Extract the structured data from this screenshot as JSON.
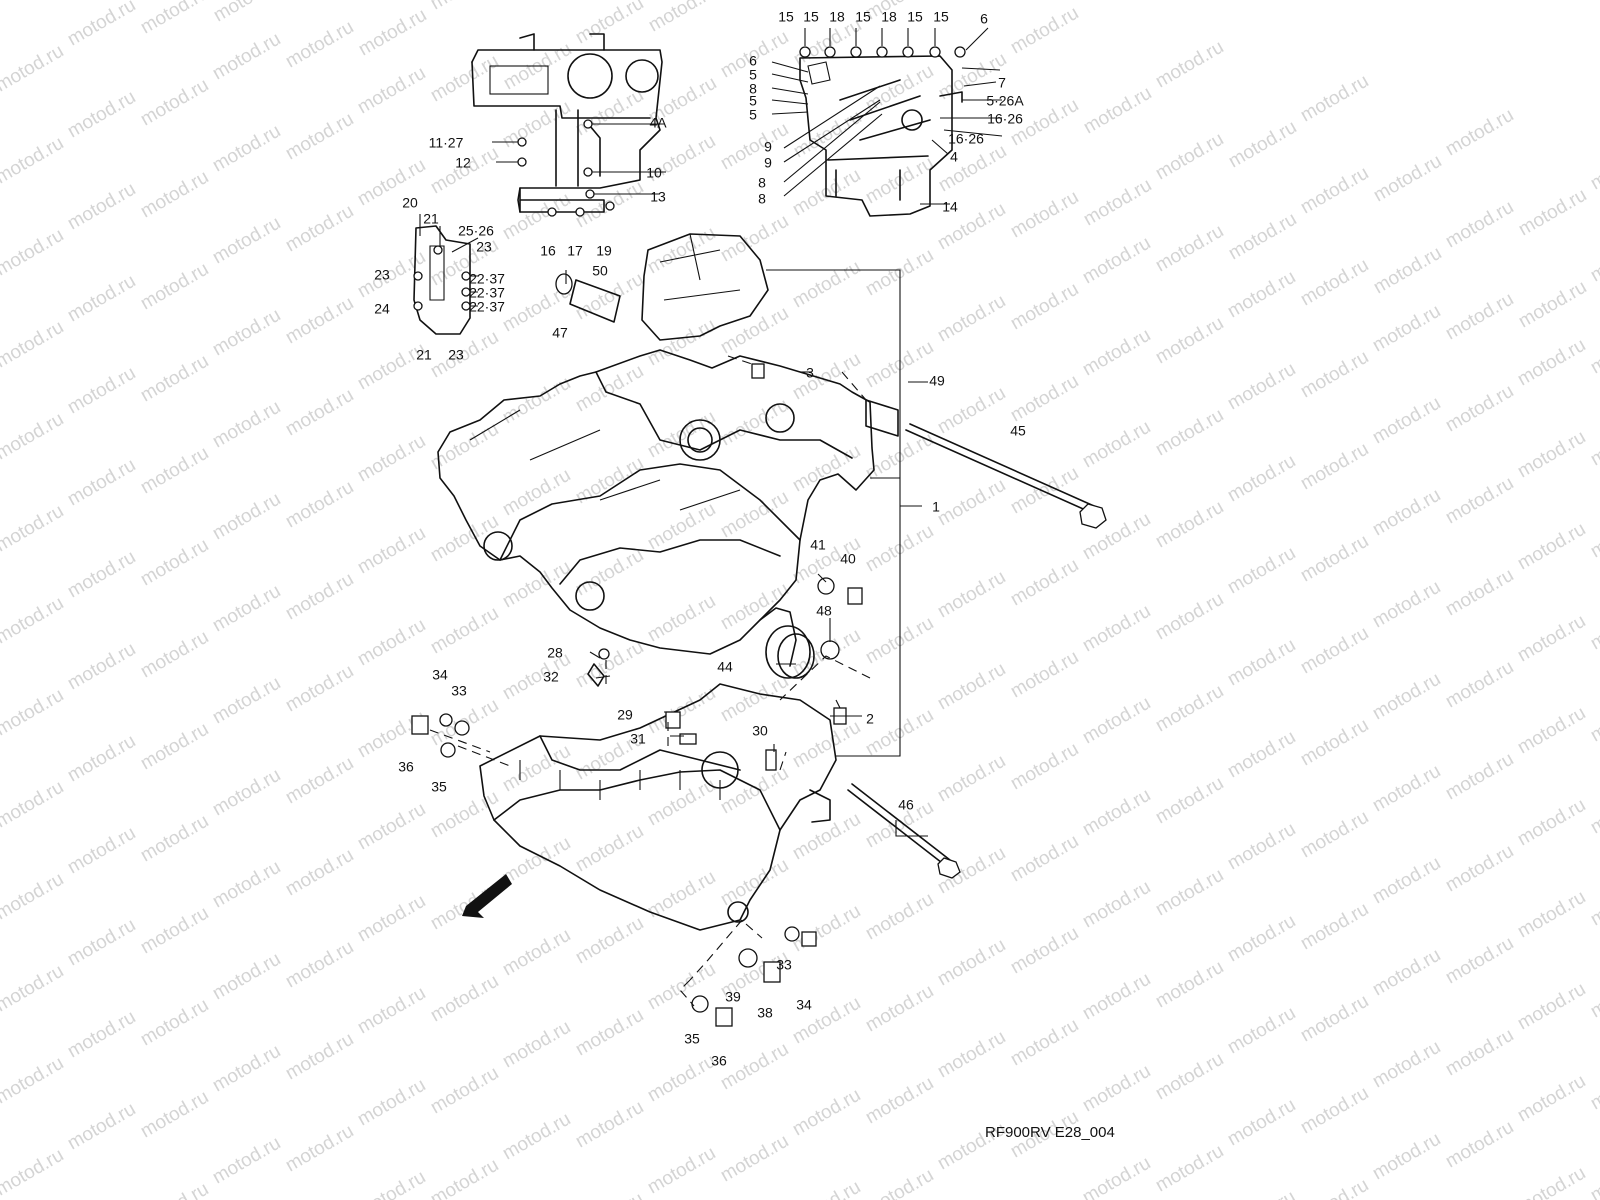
{
  "watermark": {
    "text": "motod.ru"
  },
  "reference_code": "RF900RV E28_004",
  "fwd_label": "FWD",
  "callouts": [
    "15",
    "15",
    "18",
    "15",
    "18",
    "15",
    "15",
    "6",
    "6",
    "5",
    "8",
    "5",
    "5",
    "7",
    "5·26A",
    "16·26",
    "16·26",
    "4",
    "9",
    "9",
    "8",
    "8",
    "14",
    "4A",
    "11·27",
    "12",
    "10",
    "13",
    "16",
    "17",
    "19",
    "20",
    "21",
    "25·26",
    "23",
    "23",
    "22·37",
    "22·37",
    "22·37",
    "24",
    "21",
    "23",
    "50",
    "47",
    "3",
    "49",
    "45",
    "1",
    "41",
    "40",
    "48",
    "28",
    "32",
    "44",
    "34",
    "33",
    "36",
    "35",
    "29",
    "31",
    "30",
    "2",
    "46",
    "33",
    "34",
    "39",
    "38",
    "35",
    "36"
  ]
}
